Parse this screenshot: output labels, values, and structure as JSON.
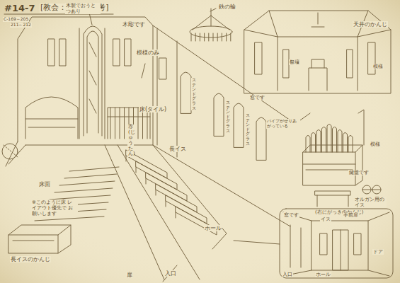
{
  "diagram": {
    "title": "#14-7",
    "labels": [
      "[教会：片岡の参考]",
      "C-169～205",
      "211～212",
      "鉄の輪",
      "天井のかんじ",
      "木製でおうとつあり",
      "木彫です",
      "模様のみ",
      "祭壇",
      "窓です",
      "模様",
      "ステンドグラス",
      "ステンドグラス",
      "ステンドグラス",
      "床(タイル)",
      "赤(じゅうたん)",
      "長イス",
      "床面",
      "※このように床 レイアウト優先で お願いします",
      "長イスのかんじ",
      "パイプがせりあがっている",
      "(右にがっきのかんじ)",
      "鍵盤です",
      "模様",
      "オルガン用のイス",
      "イス",
      "ホール",
      "入口",
      "扉",
      "窓です",
      "手前扉",
      "ドア",
      "ホール",
      "入口"
    ]
  }
}
